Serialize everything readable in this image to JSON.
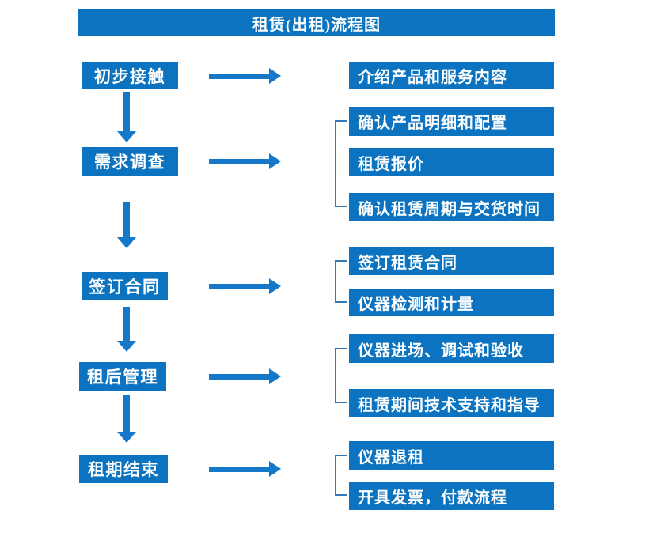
{
  "title": "租赁(出租)流程图",
  "colors": {
    "primary": "#0b73bf",
    "arrow": "#1577c8",
    "bracket": "#3579bd",
    "text_on_primary": "#ffffff",
    "background": "#ffffff"
  },
  "flow": {
    "steps": [
      {
        "label": "初步接触",
        "details": [
          "介绍产品和服务内容"
        ]
      },
      {
        "label": "需求调查",
        "details": [
          "确认产品明细和配置",
          "租赁报价",
          "确认租赁周期与交货时间"
        ]
      },
      {
        "label": "签订合同",
        "details": [
          "签订租赁合同",
          "仪器检测和计量"
        ]
      },
      {
        "label": "租后管理",
        "details": [
          "仪器进场、调试和验收",
          "租赁期间技术支持和指导"
        ]
      },
      {
        "label": "租期结束",
        "details": [
          "仪器退租",
          "开具发票，付款流程"
        ]
      }
    ]
  }
}
